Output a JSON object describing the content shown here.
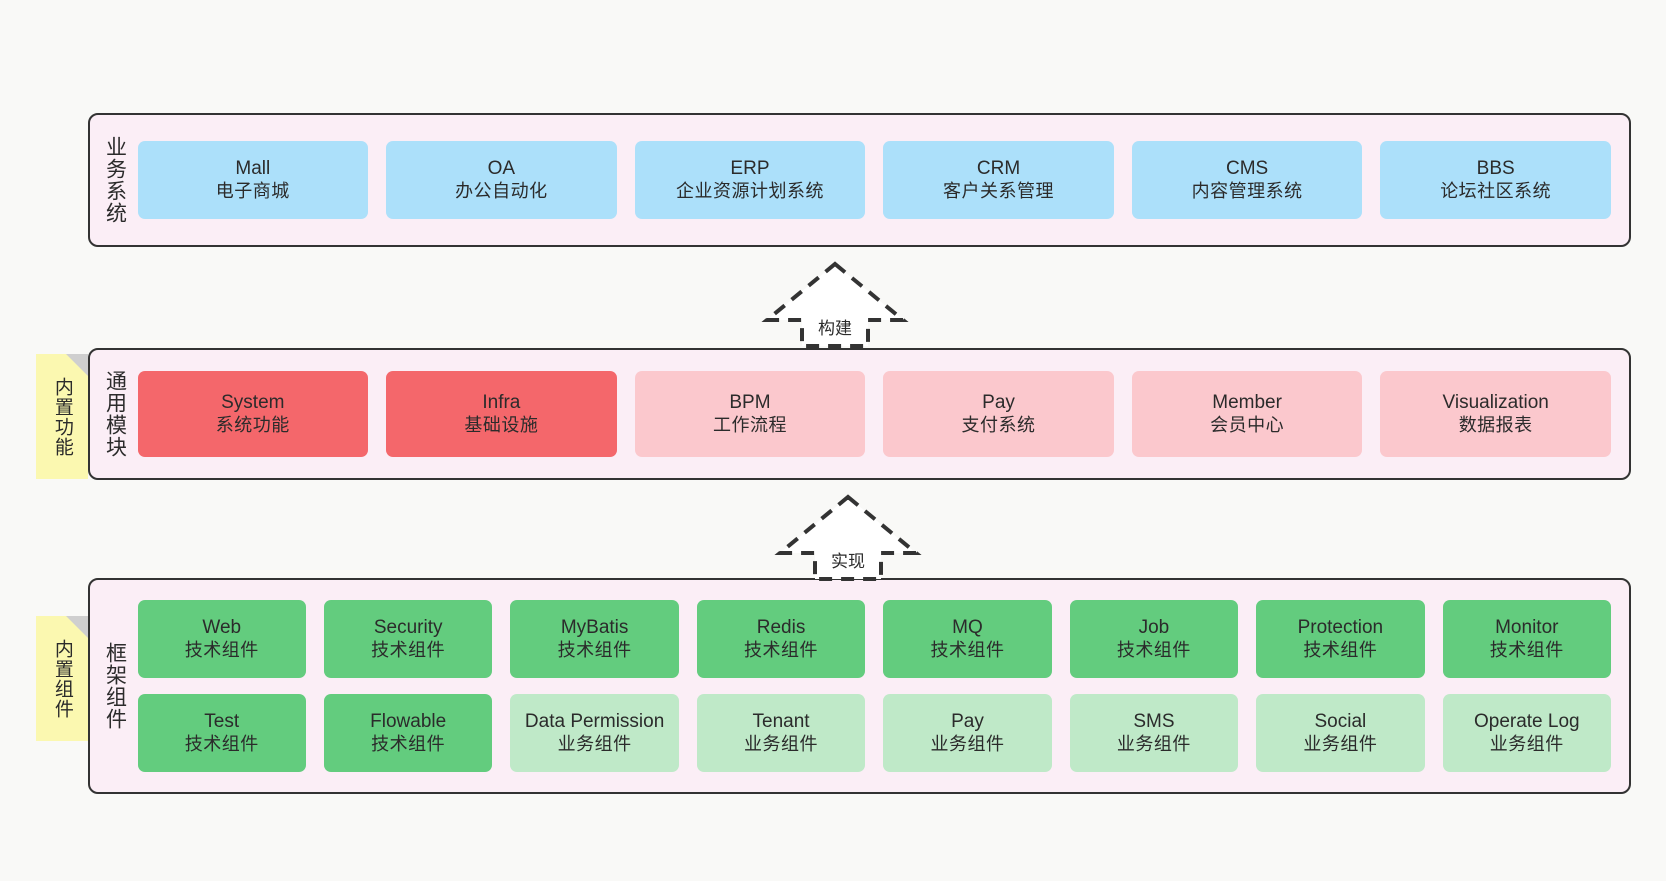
{
  "diagram": {
    "background": "#f9f9f7",
    "panel_fill": "#fbeef6",
    "panel_border": "#333333",
    "note_fill": "#fbf8b0",
    "note_fold": "#cfcfcf"
  },
  "layers": [
    {
      "id": "business-systems",
      "caption": "业务系统",
      "note": null,
      "rows": [
        {
          "nodes": [
            {
              "en": "Mall",
              "cn": "电子商城",
              "color": "#ace0fa",
              "tone": "c-blue"
            },
            {
              "en": "OA",
              "cn": "办公自动化",
              "color": "#ace0fa",
              "tone": "c-blue"
            },
            {
              "en": "ERP",
              "cn": "企业资源计划系统",
              "color": "#ace0fa",
              "tone": "c-blue"
            },
            {
              "en": "CRM",
              "cn": "客户关系管理",
              "color": "#ace0fa",
              "tone": "c-blue"
            },
            {
              "en": "CMS",
              "cn": "内容管理系统",
              "color": "#ace0fa",
              "tone": "c-blue"
            },
            {
              "en": "BBS",
              "cn": "论坛社区系统",
              "color": "#ace0fa",
              "tone": "c-blue"
            }
          ]
        }
      ]
    },
    {
      "id": "common-modules",
      "caption": "通用模块",
      "note": "内置功能",
      "rows": [
        {
          "nodes": [
            {
              "en": "System",
              "cn": "系统功能",
              "color": "#f4676b",
              "tone": "c-red"
            },
            {
              "en": "Infra",
              "cn": "基础设施",
              "color": "#f4676b",
              "tone": "c-red"
            },
            {
              "en": "BPM",
              "cn": "工作流程",
              "color": "#fbc8cd",
              "tone": "c-pink"
            },
            {
              "en": "Pay",
              "cn": "支付系统",
              "color": "#fbc8cd",
              "tone": "c-pink"
            },
            {
              "en": "Member",
              "cn": "会员中心",
              "color": "#fbc8cd",
              "tone": "c-pink"
            },
            {
              "en": "Visualization",
              "cn": "数据报表",
              "color": "#fbc8cd",
              "tone": "c-pink"
            }
          ]
        }
      ]
    },
    {
      "id": "framework-components",
      "caption": "框架组件",
      "note": "内置组件",
      "rows": [
        {
          "nodes": [
            {
              "en": "Web",
              "cn": "技术组件",
              "color": "#63cc7e",
              "tone": "c-green"
            },
            {
              "en": "Security",
              "cn": "技术组件",
              "color": "#63cc7e",
              "tone": "c-green"
            },
            {
              "en": "MyBatis",
              "cn": "技术组件",
              "color": "#63cc7e",
              "tone": "c-green"
            },
            {
              "en": "Redis",
              "cn": "技术组件",
              "color": "#63cc7e",
              "tone": "c-green"
            },
            {
              "en": "MQ",
              "cn": "技术组件",
              "color": "#63cc7e",
              "tone": "c-green"
            },
            {
              "en": "Job",
              "cn": "技术组件",
              "color": "#63cc7e",
              "tone": "c-green"
            },
            {
              "en": "Protection",
              "cn": "技术组件",
              "color": "#63cc7e",
              "tone": "c-green"
            },
            {
              "en": "Monitor",
              "cn": "技术组件",
              "color": "#63cc7e",
              "tone": "c-green"
            }
          ]
        },
        {
          "nodes": [
            {
              "en": "Test",
              "cn": "技术组件",
              "color": "#63cc7e",
              "tone": "c-green"
            },
            {
              "en": "Flowable",
              "cn": "技术组件",
              "color": "#63cc7e",
              "tone": "c-green"
            },
            {
              "en": "Data Permission",
              "cn": "业务组件",
              "color": "#bfe9c8",
              "tone": "c-lightgreen",
              "wrap": true
            },
            {
              "en": "Tenant",
              "cn": "业务组件",
              "color": "#bfe9c8",
              "tone": "c-lightgreen"
            },
            {
              "en": "Pay",
              "cn": "业务组件",
              "color": "#bfe9c8",
              "tone": "c-lightgreen"
            },
            {
              "en": "SMS",
              "cn": "业务组件",
              "color": "#bfe9c8",
              "tone": "c-lightgreen"
            },
            {
              "en": "Social",
              "cn": "业务组件",
              "color": "#bfe9c8",
              "tone": "c-lightgreen"
            },
            {
              "en": "Operate Log",
              "cn": "业务组件",
              "color": "#bfe9c8",
              "tone": "c-lightgreen"
            }
          ]
        }
      ]
    }
  ],
  "connectors": [
    {
      "id": "build",
      "label": "构建",
      "from": "common-modules",
      "to": "business-systems"
    },
    {
      "id": "implement",
      "label": "实现",
      "from": "framework-components",
      "to": "common-modules"
    }
  ]
}
